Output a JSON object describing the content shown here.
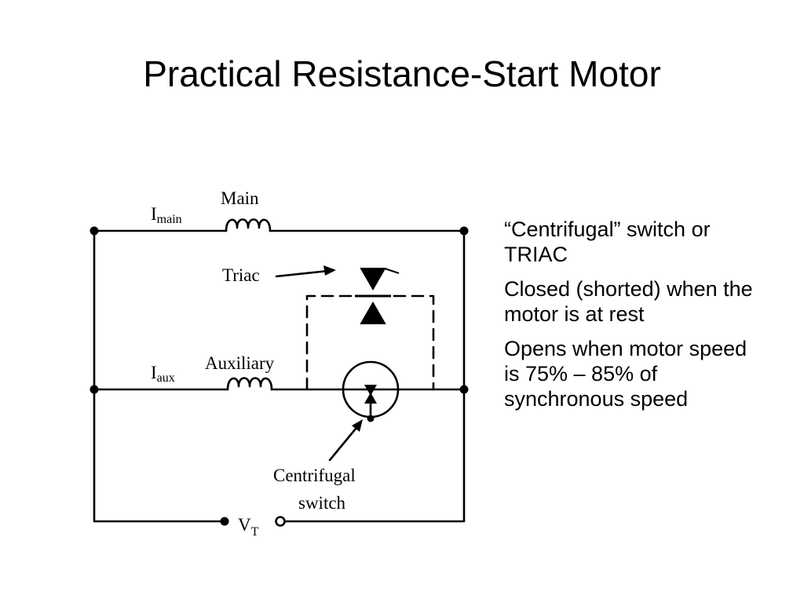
{
  "slide": {
    "title": "Practical Resistance-Start Motor"
  },
  "diagram": {
    "labels": {
      "i_main_base": "I",
      "i_main_sub": "main",
      "main": "Main",
      "triac": "Triac",
      "i_aux_base": "I",
      "i_aux_sub": "aux",
      "auxiliary": "Auxiliary",
      "centrifugal": "Centrifugal",
      "switch": "switch",
      "vt_base": "V",
      "vt_sub": "T"
    }
  },
  "notes": [
    "“Centrifugal” switch or TRIAC",
    "Closed (shorted) when the motor is at rest",
    "Opens when motor speed is 75% – 85% of synchronous speed"
  ]
}
